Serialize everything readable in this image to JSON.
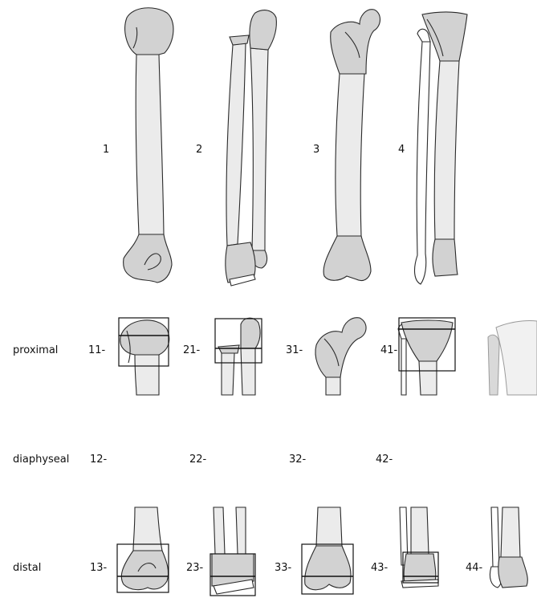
{
  "bones": [
    {
      "number": "1"
    },
    {
      "number": "2"
    },
    {
      "number": "3"
    },
    {
      "number": "4"
    }
  ],
  "rows": {
    "proximal": {
      "label": "proximal",
      "codes": [
        "11-",
        "21-",
        "31-",
        "41-"
      ]
    },
    "diaphyseal": {
      "label": "diaphyseal",
      "codes": [
        "12-",
        "22-",
        "32-",
        "42-"
      ]
    },
    "distal": {
      "label": "distal",
      "codes": [
        "13-",
        "23-",
        "33-",
        "43-",
        "44-"
      ]
    }
  },
  "colors": {
    "segment_fill": "#d2d2d2",
    "shaft_fill": "#ebebeb",
    "outline": "#2a2a2a"
  }
}
